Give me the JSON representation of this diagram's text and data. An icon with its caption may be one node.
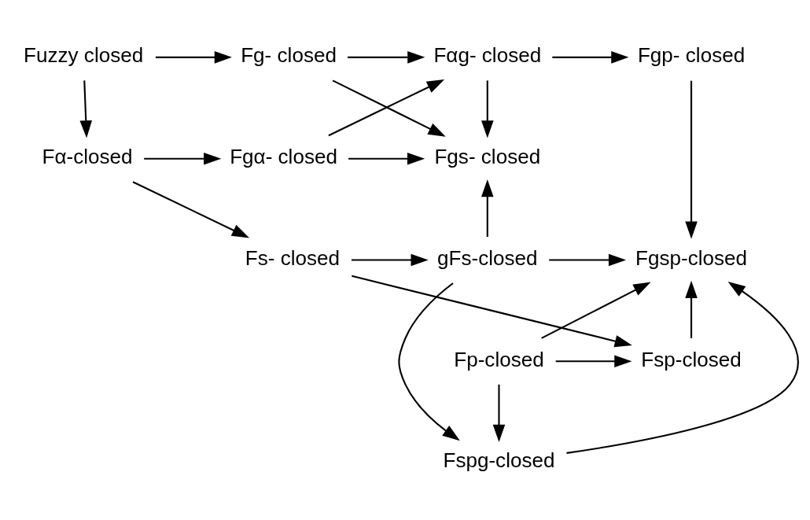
{
  "diagram": {
    "nodes": [
      {
        "text": [
          "Fuzzy closed"
        ]
      },
      {
        "text": [
          "Fg- closed"
        ]
      },
      {
        "text": [
          "Fαg- closed"
        ]
      },
      {
        "text": [
          "Fgp- closed"
        ]
      },
      {
        "text": [
          "Fα-closed"
        ]
      },
      {
        "text": [
          "Fgα- closed"
        ]
      },
      {
        "text": [
          "Fgs- closed"
        ]
      },
      {
        "text": [
          "Fs- closed"
        ]
      },
      {
        "text": [
          "gFs-closed"
        ]
      },
      {
        "text": [
          "Fgsp-closed"
        ]
      },
      {
        "text": [
          "Fspg-closed"
        ]
      },
      {
        "text": [
          "Fsp-closed"
        ]
      },
      {
        "text": [
          "Fp-closed"
        ]
      }
    ],
    "edges": [
      {
        "from": 0,
        "to": 1,
        "arrow": "to"
      },
      {
        "from": 1,
        "to": 2,
        "arrow": "to"
      },
      {
        "from": 2,
        "to": 3,
        "arrow": "to"
      },
      {
        "from": 0,
        "to": 4,
        "arrow": "to"
      },
      {
        "from": 1,
        "to": 6,
        "arrow": "to"
      },
      {
        "from": 5,
        "to": 2,
        "arrow": "to"
      },
      {
        "from": 2,
        "to": 6,
        "arrow": "to"
      },
      {
        "from": 4,
        "to": 5,
        "arrow": "to"
      },
      {
        "from": 5,
        "to": 6,
        "arrow": "to"
      },
      {
        "from": 4,
        "to": 7,
        "arrow": "to"
      },
      {
        "from": 3,
        "to": 9,
        "arrow": "to"
      },
      {
        "from": 8,
        "to": 6,
        "arrow": "to"
      },
      {
        "from": 7,
        "to": 8,
        "arrow": "to"
      },
      {
        "from": 8,
        "to": 9,
        "arrow": "to"
      },
      {
        "from": 8,
        "to": 10,
        "arrow": "to"
      },
      {
        "from": 7,
        "to": 11,
        "arrow": "to"
      },
      {
        "from": 11,
        "to": 9,
        "arrow": "to"
      },
      {
        "from": 10,
        "to": 9,
        "arrow": "to"
      },
      {
        "from": 12,
        "to": 10,
        "arrow": "to"
      },
      {
        "from": 12,
        "to": 9,
        "arrow": "to"
      },
      {
        "from": 12,
        "to": 11,
        "arrow": "to"
      }
    ]
  }
}
